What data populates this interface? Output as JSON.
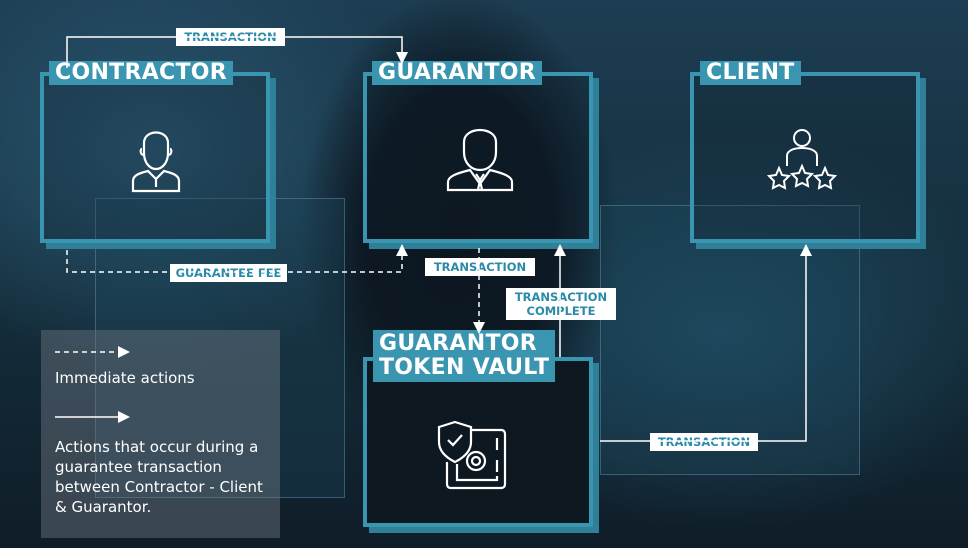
{
  "nodes": {
    "contractor": "CONTRACTOR",
    "guarantor": "GUARANTOR",
    "client": "CLIENT",
    "vault": [
      "GUARANTOR",
      "TOKEN VAULT"
    ]
  },
  "edges": {
    "contractor_to_guarantor": "TRANSACTION",
    "guarantee_fee": "GUARANTEE FEE",
    "guarantor_to_vault": "TRANSACTION",
    "vault_complete": [
      "TRANSACTION",
      "COMPLETE"
    ],
    "vault_to_client": "TRANSACTION"
  },
  "legend": {
    "dashed": "Immediate actions",
    "solid": "Actions that occur during a guarantee transaction between Contractor - Client & Guarantor."
  },
  "colors": {
    "accent": "#3a95b0",
    "label_text": "#2a8aa8"
  }
}
